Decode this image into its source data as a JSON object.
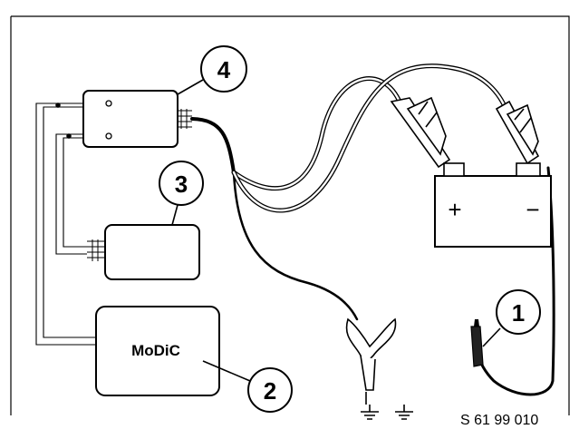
{
  "diagram": {
    "figure_code": "S 61 99 010",
    "callouts": [
      "1",
      "2",
      "3",
      "4"
    ],
    "modic_label": "MoDiC",
    "battery": {
      "plus_sign": "+",
      "minus_sign": "−"
    }
  }
}
